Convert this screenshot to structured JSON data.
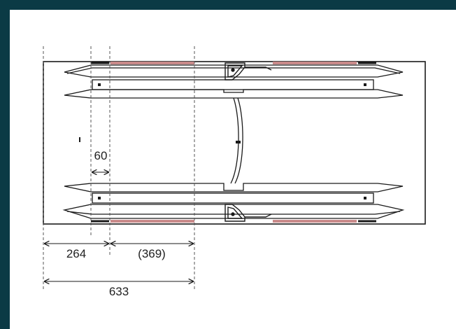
{
  "dimensions": {
    "gap": "60",
    "left_segment": "264",
    "right_segment": "(369)",
    "total": "633"
  },
  "colors": {
    "frame_border": "#0b3a45",
    "line": "#1a1a1a",
    "pad_highlight": "#c98a8a",
    "dashed": "#555555"
  }
}
